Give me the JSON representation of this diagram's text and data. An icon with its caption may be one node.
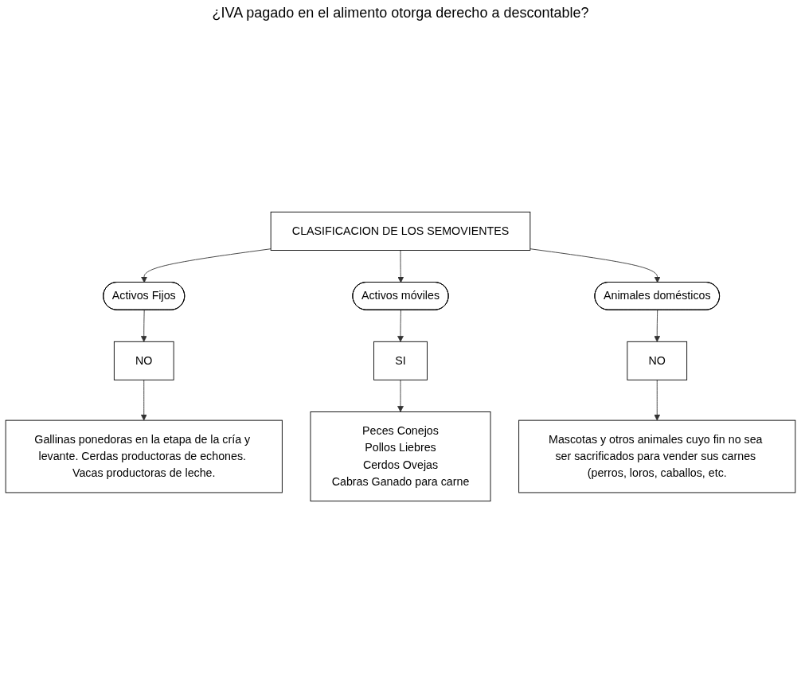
{
  "diagram": {
    "nodes": [
      {
        "text": [
          "CLASIFICACION DE LOS SEMOVIENTES"
        ]
      },
      {
        "text": [
          "Activos Fijos"
        ]
      },
      {
        "text": [
          "Activos móviles"
        ]
      },
      {
        "text": [
          "Animales domésticos"
        ]
      },
      {
        "text": [
          "NO"
        ]
      },
      {
        "text": [
          "SI"
        ]
      },
      {
        "text": [
          "NO"
        ]
      },
      {
        "text": [
          "Gallinas ponedoras en la etapa de la cría y levante. Cerdas productoras de echones. Vacas productoras de leche."
        ]
      },
      {
        "text": [
          "Mascotas y otros animales cuyo fin no sea ser sacrificados para vender sus carnes (perros, loros, caballos, etc."
        ]
      },
      {
        "text": [
          "Peces Conejos",
          "Pollos Liebres",
          "Cerdos Ovejas",
          "Cabras Ganado para carne"
        ]
      }
    ],
    "edges": [
      {
        "from": 0,
        "to": 1,
        "arrow": "to"
      },
      {
        "from": 0,
        "to": 2,
        "arrow": "to"
      },
      {
        "from": 0,
        "to": 3,
        "arrow": "to"
      },
      {
        "from": 1,
        "to": 4,
        "arrow": "to"
      },
      {
        "from": 2,
        "to": 5,
        "arrow": "to"
      },
      {
        "from": 3,
        "to": 6,
        "arrow": "to"
      },
      {
        "from": 4,
        "to": 7,
        "arrow": "to"
      },
      {
        "from": 5,
        "to": 9,
        "arrow": "to"
      },
      {
        "from": 6,
        "to": 8,
        "arrow": "to"
      }
    ],
    "labels": [
      "¿IVA pagado en el alimento otorga derecho a descontable?"
    ]
  }
}
